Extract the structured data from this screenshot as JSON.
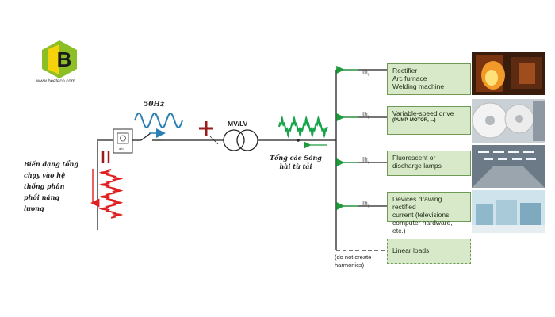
{
  "brand": {
    "letter": "B",
    "site": "www.beeteco.com",
    "green": "#8cbf26",
    "yellow": "#f5d20a"
  },
  "source": {
    "freq": "50Hz"
  },
  "transformer": {
    "label": "MV/LV"
  },
  "labels": {
    "harmonic_sum": "Tổng các Sóng hài từ tải",
    "distortion_lines": [
      "Biến dạng tổng",
      "chạy vào hệ",
      "thống phân",
      "phối năng",
      "lượng"
    ],
    "no_harmonics_lines": [
      "(do not create",
      "harmonics)"
    ],
    "plus": "+",
    "equals": "II"
  },
  "ih": {
    "prefix": "Ih",
    "subs": [
      "a",
      "b",
      "c",
      "d"
    ]
  },
  "loads": [
    {
      "lines": [
        "Rectifier",
        "Arc furnace",
        "Welding machine"
      ],
      "photo": "furnace"
    },
    {
      "lines": [
        "Variable-speed drive"
      ],
      "small": "(PUMP, MOTOR, ...)",
      "photo": "paper-rolls"
    },
    {
      "lines": [
        "Fluorescent or",
        "discharge lamps"
      ],
      "photo": "hall-lamps"
    },
    {
      "lines": [
        "Devices drawing rectified",
        "current (televisions,",
        "computer hardware, etc.)"
      ],
      "photo": "factory"
    },
    {
      "lines": [
        "Linear loads"
      ],
      "dashed": true
    }
  ],
  "colors": {
    "wave_blue": "#2a7fb4",
    "wave_green": "#17a34a",
    "wave_red": "#e02020",
    "arrow_green": "#1f9a3c",
    "plus_red": "#9b1c1c",
    "box_fill": "#d8e9c9"
  }
}
